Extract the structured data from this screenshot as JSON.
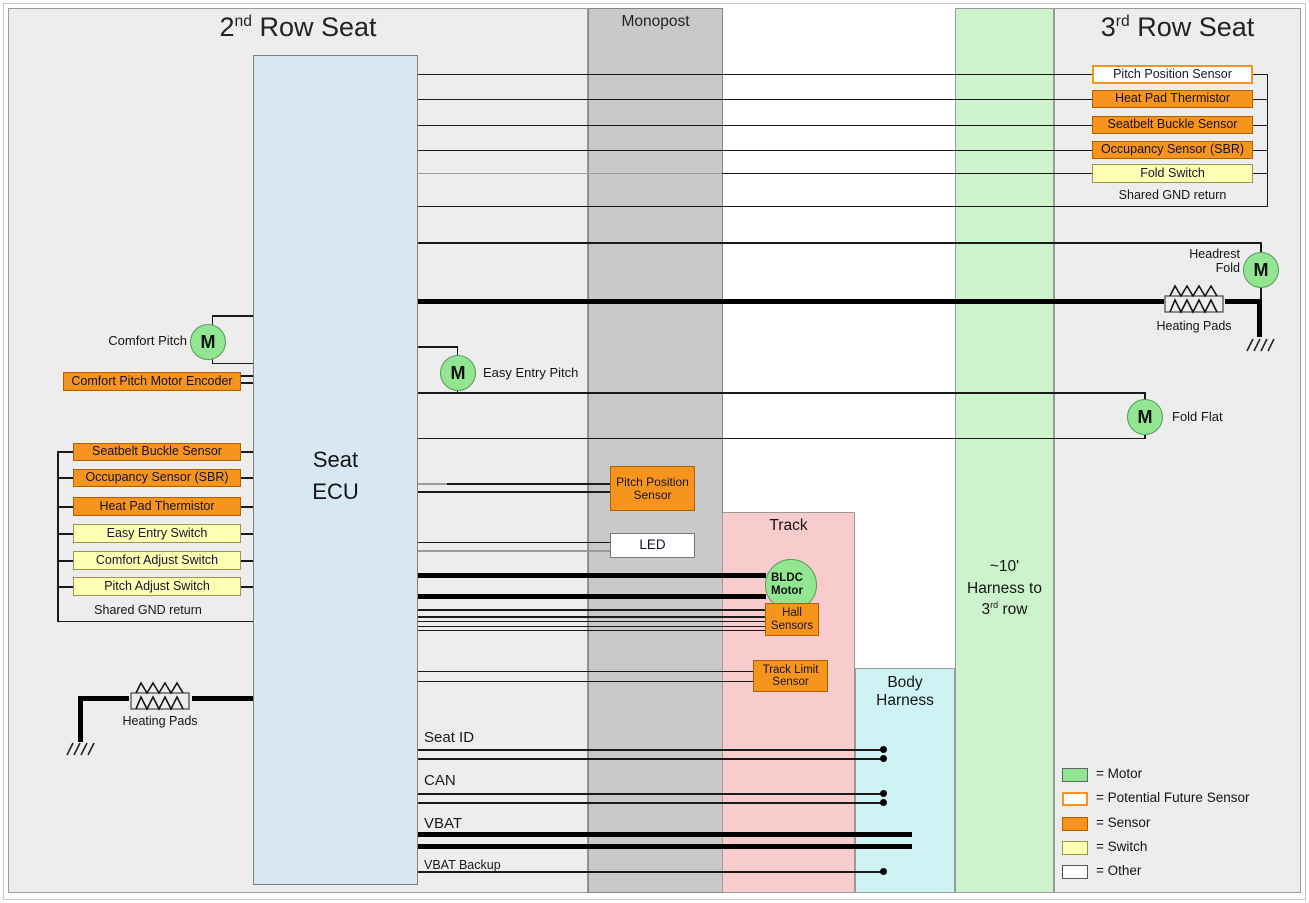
{
  "titles": {
    "row2_num": "2",
    "row2_sup": "nd",
    "row2_rest": " Row Seat",
    "monopost": "Monopost",
    "row3_num": "3",
    "row3_sup": "rd",
    "row3_rest": " Row Seat"
  },
  "ecu": {
    "line1": "Seat",
    "line2": "ECU"
  },
  "motor_symbol": "M",
  "second_row": {
    "comfort_pitch": "Comfort Pitch",
    "encoder": "Comfort Pitch Motor Encoder",
    "stack": [
      {
        "label": "Seatbelt Buckle Sensor",
        "type": "sensor"
      },
      {
        "label": "Occupancy Sensor (SBR)",
        "type": "sensor"
      },
      {
        "label": "Heat Pad Thermistor",
        "type": "sensor"
      },
      {
        "label": "Easy Entry Switch",
        "type": "switch"
      },
      {
        "label": "Comfort Adjust Switch",
        "type": "switch"
      },
      {
        "label": "Pitch Adjust Switch",
        "type": "switch"
      }
    ],
    "gnd": "Shared GND return",
    "heating_pads": "Heating Pads",
    "easy_entry": "Easy Entry Pitch"
  },
  "monopost_items": {
    "pitch_position_sensor": "Pitch Position Sensor",
    "led": "LED"
  },
  "track": {
    "title": "Track",
    "bldc": "BLDC Motor",
    "hall": "Hall Sensors",
    "limit": "Track Limit Sensor"
  },
  "body_harness": "Body Harness",
  "harness_band": {
    "line1": "~10'",
    "line2": "Harness to",
    "line3_num": "3",
    "line3_sup": "rd",
    "line3_rest": " row"
  },
  "third_row": {
    "stack": [
      {
        "label": "Pitch Position Sensor",
        "type": "future"
      },
      {
        "label": "Heat Pad Thermistor",
        "type": "sensor"
      },
      {
        "label": "Seatbelt Buckle Sensor",
        "type": "sensor"
      },
      {
        "label": "Occupancy Sensor (SBR)",
        "type": "sensor"
      },
      {
        "label": "Fold Switch",
        "type": "switch"
      }
    ],
    "gnd": "Shared GND return",
    "headrest_fold": "Headrest Fold",
    "heating_pads": "Heating Pads",
    "fold_flat": "Fold Flat"
  },
  "buses": {
    "seat_id": "Seat ID",
    "can": "CAN",
    "vbat": "VBAT",
    "vbat_backup": "VBAT Backup"
  },
  "legend": [
    {
      "type": "motor",
      "label": "= Motor"
    },
    {
      "type": "future",
      "label": "= Potential Future Sensor"
    },
    {
      "type": "sensor",
      "label": "= Sensor"
    },
    {
      "type": "switch",
      "label": "= Switch"
    },
    {
      "type": "other",
      "label": "= Other"
    }
  ],
  "colors": {
    "motor": "#92E692",
    "sensor": "#F7941E",
    "switch": "#FFFFB3",
    "future_border": "#F7941E",
    "ecu": "#D7E8F3",
    "track": "#F8CCCC",
    "body_harness": "#CDF3F5",
    "harness_band": "#CCF3CC",
    "monopost": "#C9C9C9",
    "panel": "#EDEDED",
    "wire": "#000000"
  }
}
